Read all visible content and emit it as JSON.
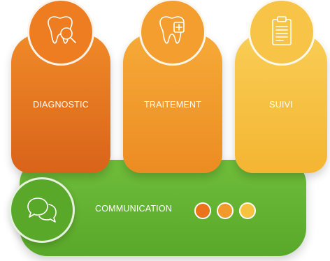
{
  "colors": {
    "diagnostic": "#e9741c",
    "traitement": "#f19a2c",
    "suivi": "#f7c23f",
    "communication": "#5aa82a"
  },
  "cards": [
    {
      "label": "DIAGNOSTIC",
      "icon": "tooth-magnifier-icon"
    },
    {
      "label": "TRAITEMENT",
      "icon": "tooth-plus-icon"
    },
    {
      "label": "SUIVI",
      "icon": "clipboard-icon"
    }
  ],
  "communication": {
    "label": "COMMUNICATION",
    "icon": "chat-bubbles-icon",
    "dots": [
      "#e9741c",
      "#f19a2c",
      "#f7c23f"
    ]
  }
}
